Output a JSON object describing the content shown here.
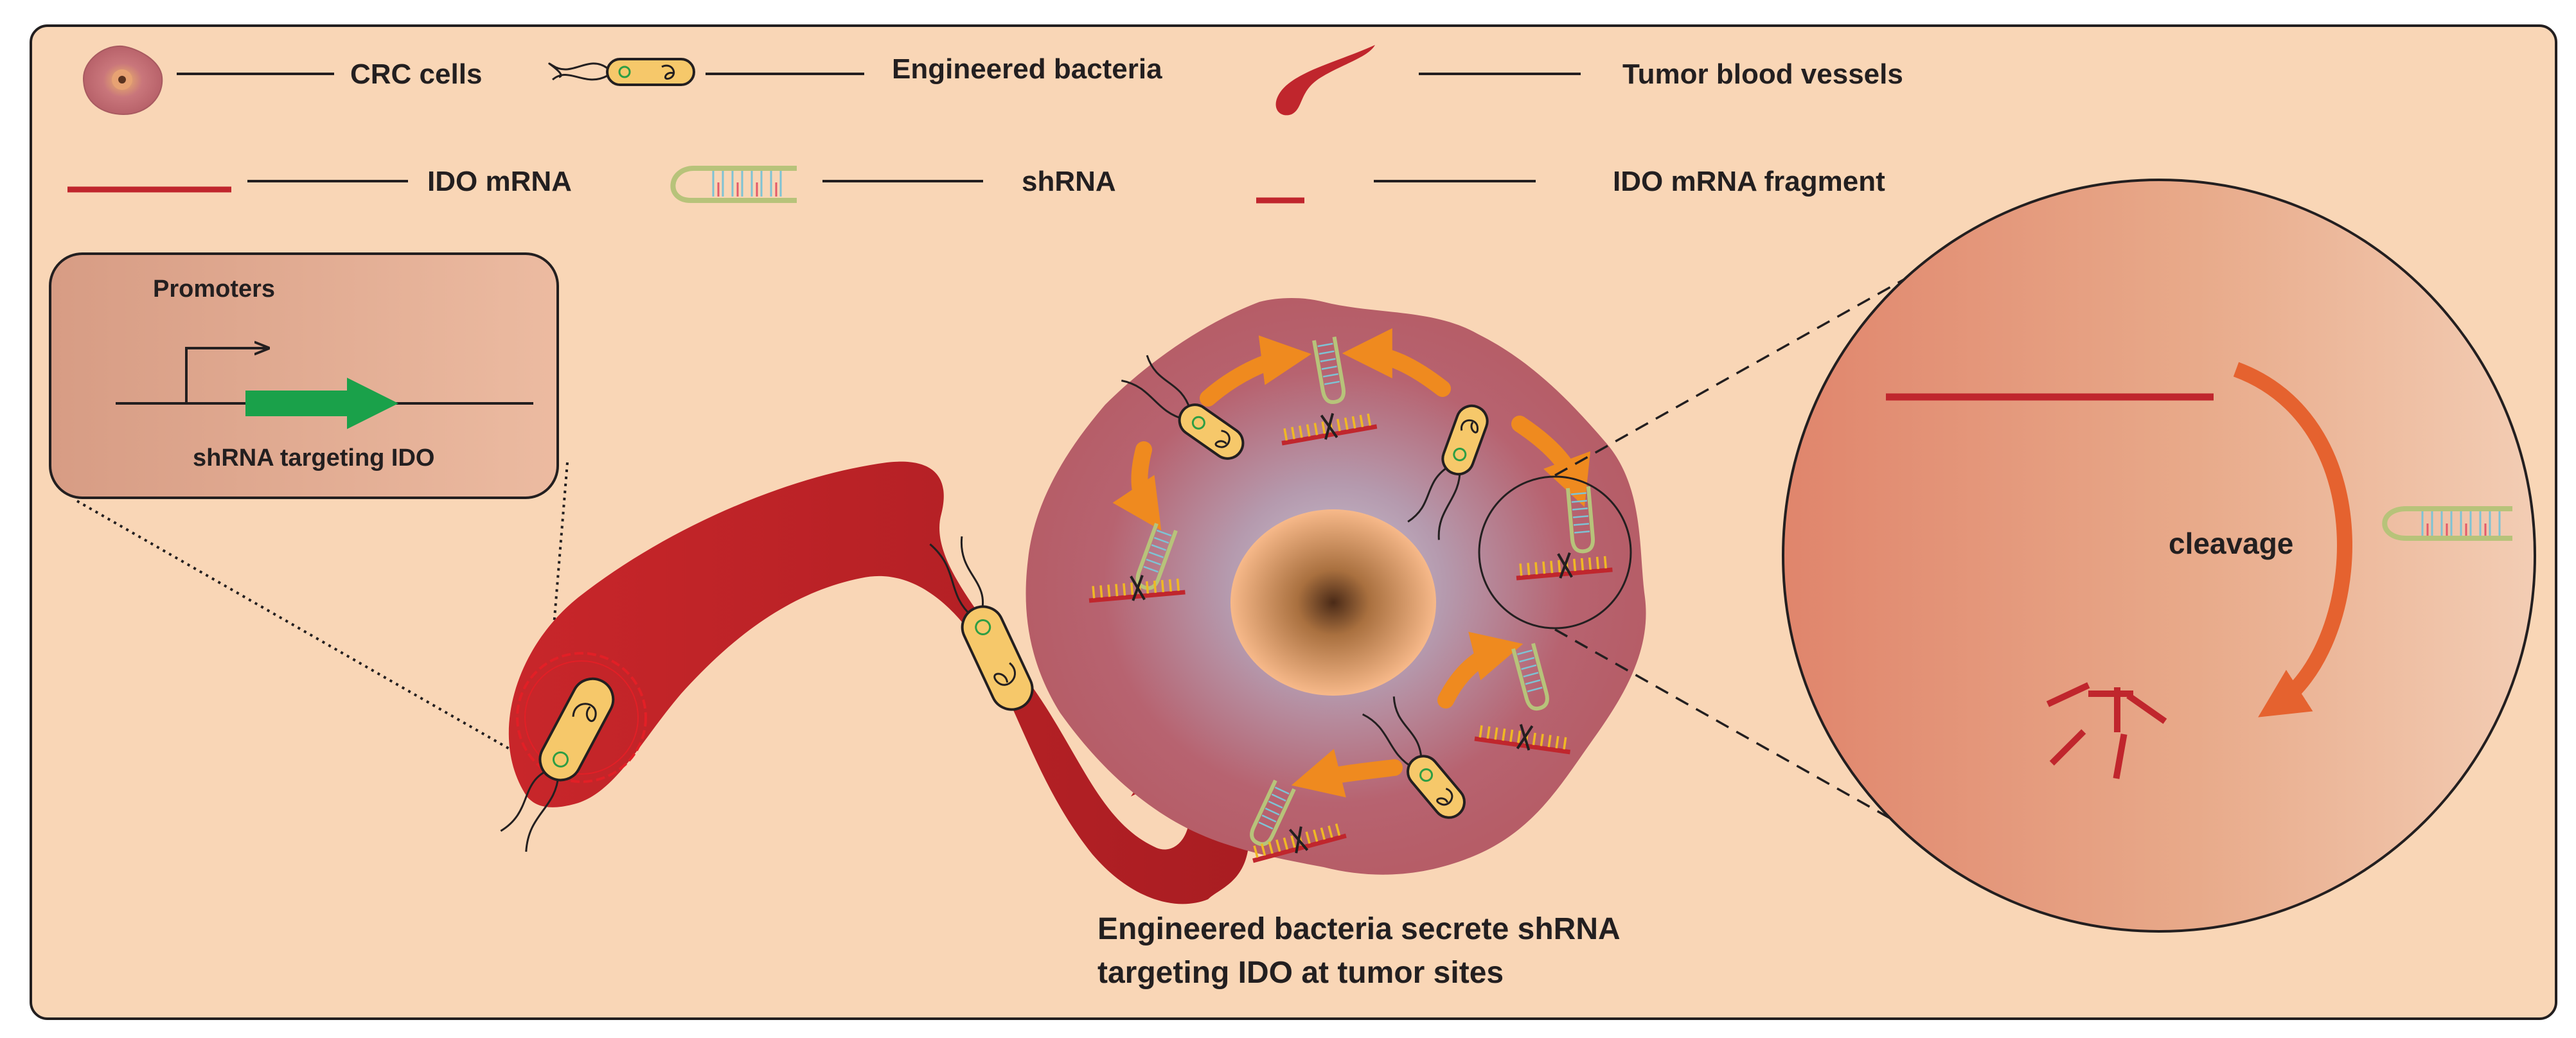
{
  "legend": {
    "crc_cells": "CRC cells",
    "engineered_bacteria": "Engineered bacteria",
    "tumor_blood_vessels": "Tumor blood vessels",
    "ido_mrna": "IDO mRNA",
    "shrna": "shRNA",
    "ido_mrna_fragment": "IDO mRNA fragment"
  },
  "construct": {
    "promoters": "Promoters",
    "shrna_targeting_ido": "shRNA targeting IDO"
  },
  "zoom": {
    "cleavage": "cleavage"
  },
  "caption": {
    "line1": "Engineered bacteria secrete shRNA",
    "line2": "targeting IDO at tumor sites"
  },
  "colors": {
    "background": "#f9d6b6",
    "vessel": "#b22025",
    "tumor": "#b85c65",
    "bacteria": "#f6c86a",
    "arrow": "#ef8a1f",
    "promoter_arrow": "#1aa14a",
    "mrna_backbone": "#c0262d",
    "mrna_teeth": "#f3c21e"
  }
}
